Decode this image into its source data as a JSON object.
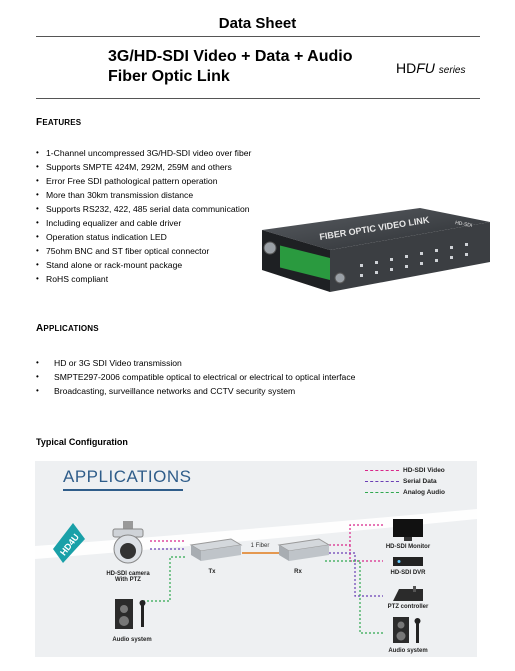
{
  "header": {
    "title": "Data Sheet",
    "product_line1": "3G/HD-SDI Video + Data + Audio",
    "product_line2": "Fiber Optic Link",
    "series_prefix": "HD",
    "series_italic": "FU",
    "series_suffix": "series"
  },
  "features": {
    "heading_cap": "F",
    "heading_rest": "EATURES",
    "items": [
      "1-Channel uncompressed 3G/HD-SDI video over fiber",
      "Supports SMPTE 424M, 292M, 259M and others",
      "Error Free SDI pathological pattern operation",
      "More than 30km transmission distance",
      "Supports RS232, 422, 485 serial data communication",
      "Including equalizer and cable driver",
      "Operation status indication LED",
      "75ohm BNC and ST fiber optical connector",
      "Stand alone or rack-mount package",
      "RoHS compliant"
    ]
  },
  "product_image": {
    "top_text": "FIBER OPTIC VIDEO LINK",
    "corner_text": "HD-SDI"
  },
  "applications": {
    "heading_cap": "A",
    "heading_rest": "PPLICATIONS",
    "items": [
      "HD or 3G SDI Video transmission",
      "SMPTE297-2006 compatible optical to electrical or electrical to optical interface",
      "Broadcasting, surveillance networks and CCTV security system"
    ]
  },
  "config": {
    "title": "Typical Configuration",
    "diagram_title": "APPLICATIONS",
    "ribbon": "HD4U",
    "legend": [
      {
        "label": "HD-SDI Video",
        "color": "#d9268a"
      },
      {
        "label": "Serial Data",
        "color": "#6a3fb5"
      },
      {
        "label": "Analog Audio",
        "color": "#2fa84f"
      }
    ],
    "fiber_label": "1 Fiber",
    "devices": {
      "camera": "HD-SDI  camera",
      "camera2": "With PTZ",
      "tx": "Tx",
      "rx": "Rx",
      "audio_left": "Audio system",
      "monitor": "HD-SDI  Monitor",
      "dvr": "HD-SDI  DVR",
      "ptz": "PTZ controller",
      "audio_right": "Audio system"
    }
  }
}
